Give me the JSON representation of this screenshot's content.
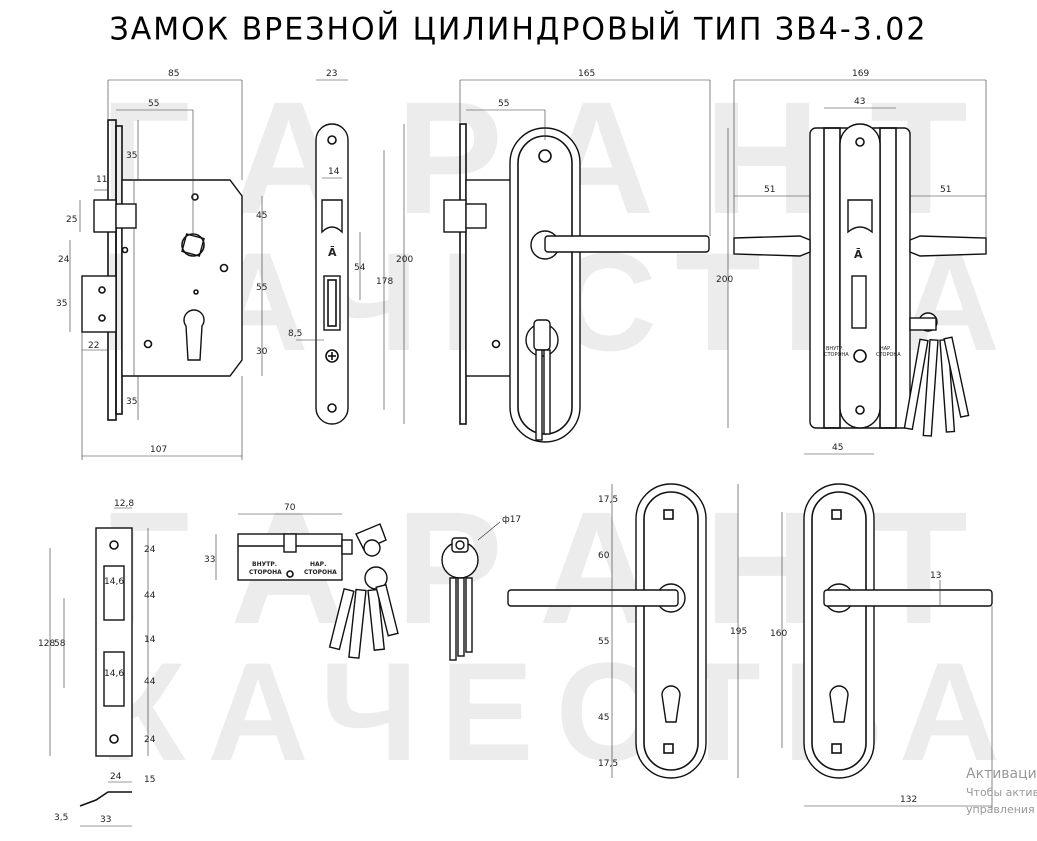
{
  "title": "ЗАМОК ВРЕЗНОЙ ЦИЛИНДРОВЫЙ ТИП ЗВ4-3.02",
  "watermark": {
    "line1": "ГАРАНТ",
    "line2": "КАЧЕСТВА",
    "line3": "ГАРАНТ",
    "line4": "КАЧЕСТВА"
  },
  "dimensions": {
    "lock_body": {
      "width": "85",
      "backset": "55",
      "top": "35",
      "face": "11",
      "latch": "25",
      "gap": "24",
      "bolt": "35",
      "bolt_depth": "22",
      "bottom": "35",
      "full_width": "107",
      "h45": "45",
      "h55": "55",
      "h30": "30"
    },
    "faceplate": {
      "width": "23",
      "d14": "14",
      "d54": "54",
      "d178": "178",
      "d200": "200",
      "d85": "8,5"
    },
    "side_view": {
      "width": "165",
      "d55": "55"
    },
    "assembly": {
      "width": "169",
      "d43": "43",
      "d51_left": "51",
      "d51_right": "51",
      "height": "200"
    },
    "strike": {
      "width": "12,8",
      "d24a": "24",
      "d146a": "14,6",
      "d44a": "44",
      "d14": "14",
      "d44b": "44",
      "d146b": "14,6",
      "d24b": "24",
      "d128": "128",
      "d58": "58",
      "d24c": "24",
      "d15": "15",
      "d35": "3,5",
      "d33": "33"
    },
    "cylinder": {
      "length": "70",
      "height": "33",
      "inner_label_1": "ВНУТР.",
      "inner_label_2": "СТОРОНА",
      "outer_label_1": "НАР.",
      "outer_label_2": "СТОРОНА"
    },
    "key": {
      "diameter": "ф17"
    },
    "handle": {
      "d175a": "17,5",
      "d60": "60",
      "d55": "55",
      "d45": "45",
      "d175b": "17,5",
      "d195": "195",
      "width": "45",
      "d13": "13",
      "d160": "160",
      "d132": "132"
    }
  },
  "assembly_labels": {
    "inner_1": "ВНУТР.",
    "inner_2": "СТОРОНА",
    "outer_1": "НАР.",
    "outer_2": "СТОРОНА"
  },
  "activation": {
    "line1": "Активация Windows",
    "line2": "Чтобы активировать Windows, перейдите в раздел",
    "line3": "управления"
  }
}
